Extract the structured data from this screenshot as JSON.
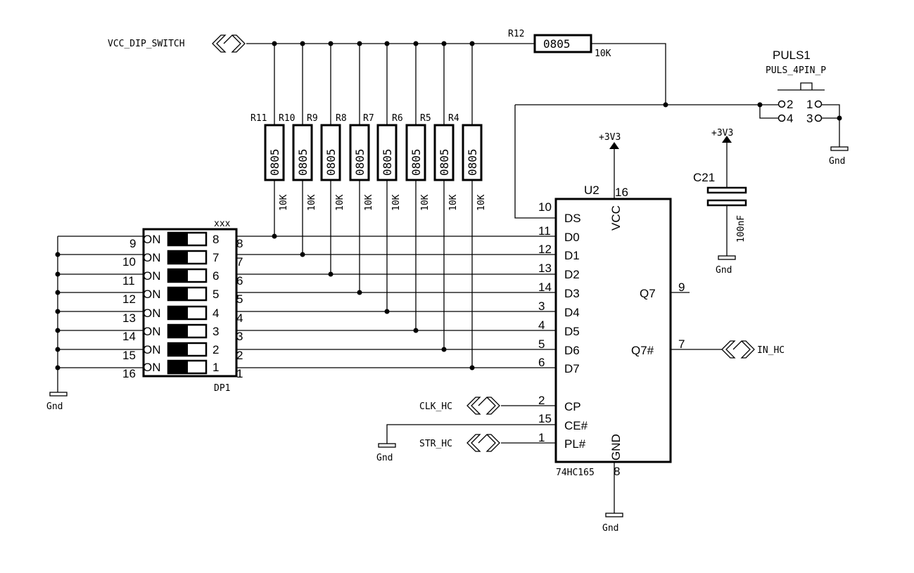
{
  "nets": {
    "vcc_dip": "VCC_DIP_SWITCH",
    "in_hc": "IN_HC",
    "clk_hc": "CLK_HC",
    "str_hc": "STR_HC",
    "plus3v3": "+3V3",
    "gnd": "Gnd"
  },
  "r12": {
    "ref": "R12",
    "body": "0805",
    "value": "10K"
  },
  "resistors": [
    {
      "ref": "R11",
      "body": "0805",
      "value": "10K"
    },
    {
      "ref": "R10",
      "body": "0805",
      "value": "10K"
    },
    {
      "ref": "R9",
      "body": "0805",
      "value": "10K"
    },
    {
      "ref": "R8",
      "body": "0805",
      "value": "10K"
    },
    {
      "ref": "R7",
      "body": "0805",
      "value": "10K"
    },
    {
      "ref": "R6",
      "body": "0805",
      "value": "10K"
    },
    {
      "ref": "R5",
      "body": "0805",
      "value": "10K"
    },
    {
      "ref": "R4",
      "body": "0805",
      "value": "10K"
    }
  ],
  "dip": {
    "ref": "DP1",
    "value": "xxx",
    "on_label": "ON",
    "left_pins": [
      "9",
      "10",
      "11",
      "12",
      "13",
      "14",
      "15",
      "16"
    ],
    "switch_nums": [
      "8",
      "7",
      "6",
      "5",
      "4",
      "3",
      "2",
      "1"
    ],
    "right_pins": [
      "8",
      "7",
      "6",
      "5",
      "4",
      "3",
      "2",
      "1"
    ]
  },
  "u2": {
    "ref": "U2",
    "part": "74HC165",
    "vcc_label": "VCC",
    "gnd_label": "GND",
    "vcc_pin": "16",
    "gnd_pin": "8",
    "left_pins": [
      {
        "pin": "10",
        "name": "DS"
      },
      {
        "pin": "11",
        "name": "D0"
      },
      {
        "pin": "12",
        "name": "D1"
      },
      {
        "pin": "13",
        "name": "D2"
      },
      {
        "pin": "14",
        "name": "D3"
      },
      {
        "pin": "3",
        "name": "D4"
      },
      {
        "pin": "4",
        "name": "D5"
      },
      {
        "pin": "5",
        "name": "D6"
      },
      {
        "pin": "6",
        "name": "D7"
      },
      {
        "pin": "2",
        "name": "CP"
      },
      {
        "pin": "15",
        "name": "CE#"
      },
      {
        "pin": "1",
        "name": "PL#"
      }
    ],
    "right_pins": [
      {
        "pin": "9",
        "name": "Q7"
      },
      {
        "pin": "7",
        "name": "Q7#"
      }
    ]
  },
  "c21": {
    "ref": "C21",
    "value": "100nF"
  },
  "puls1": {
    "ref": "PULS1",
    "part": "PULS_4PIN_P",
    "pins": [
      "2",
      "4",
      "1",
      "3"
    ]
  }
}
